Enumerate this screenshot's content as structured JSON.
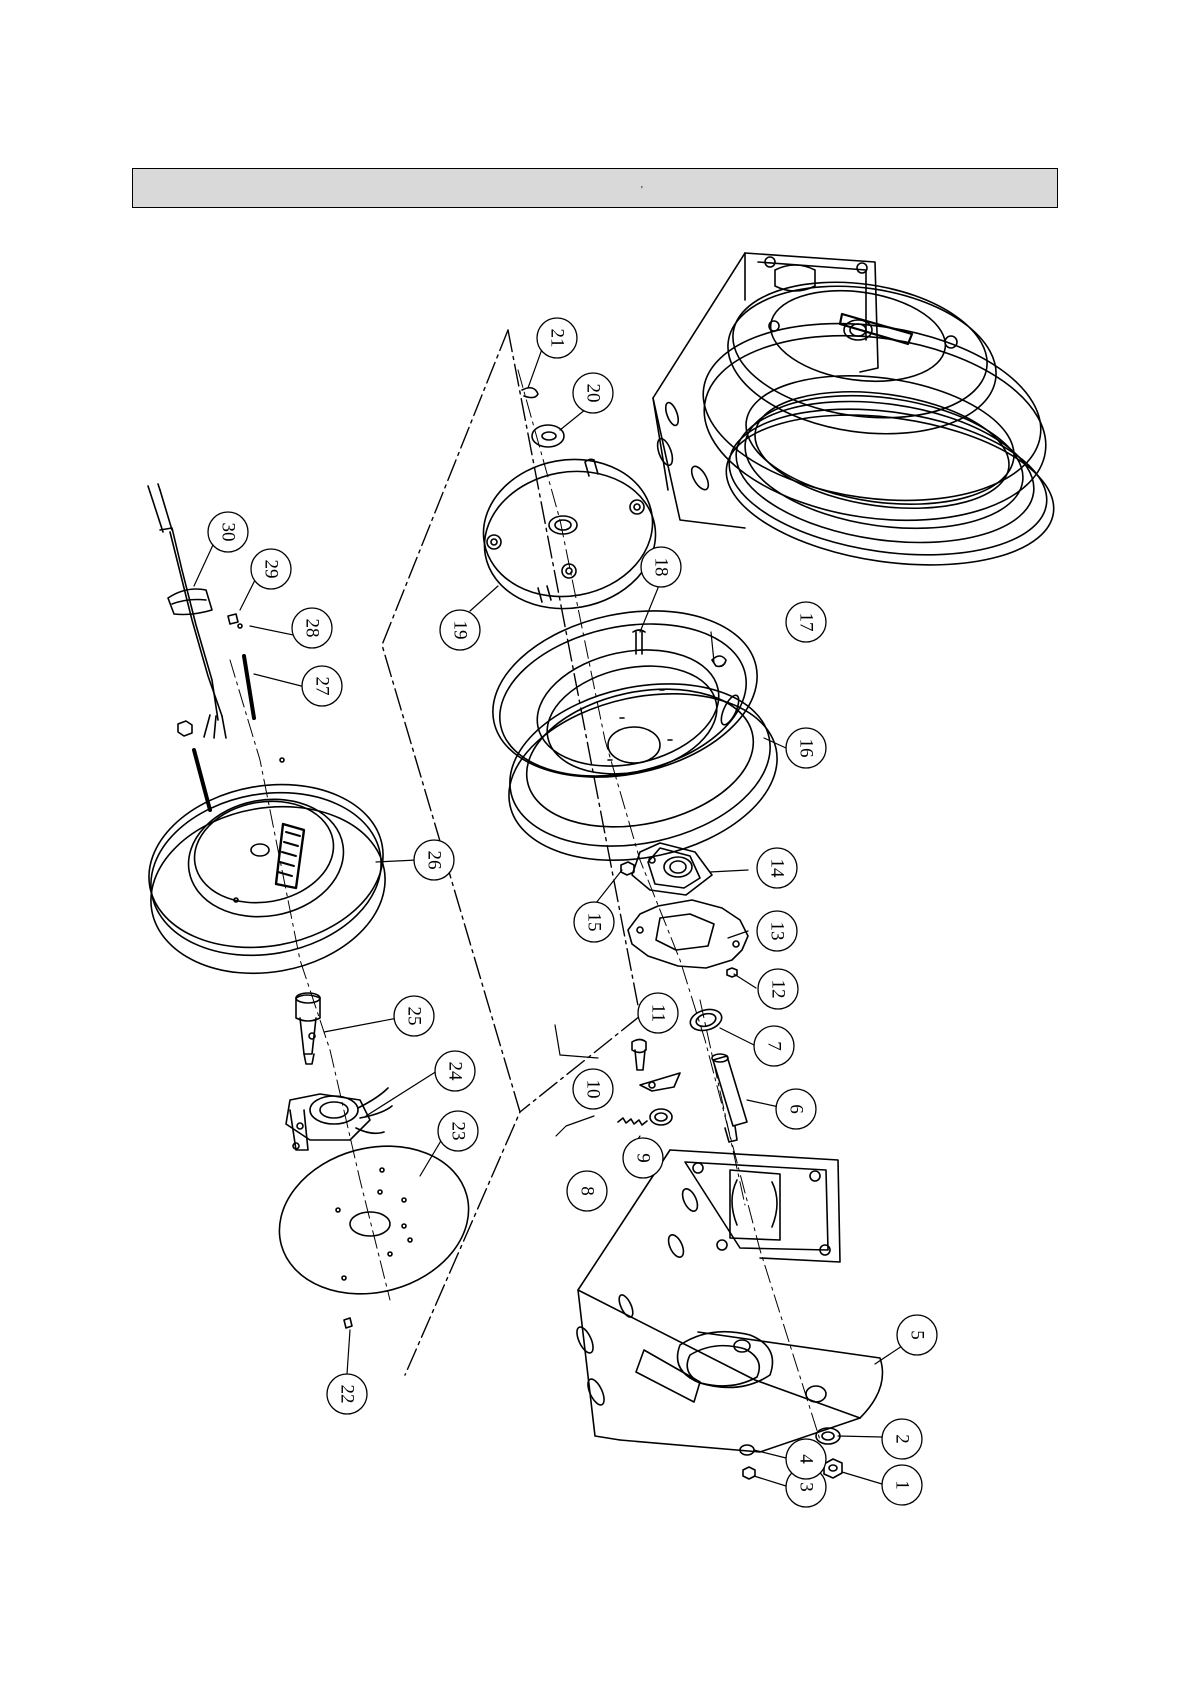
{
  "header": {
    "mark": "'"
  },
  "callouts": [
    {
      "label": "1"
    },
    {
      "label": "2"
    },
    {
      "label": "3"
    },
    {
      "label": "4"
    },
    {
      "label": "5"
    },
    {
      "label": "6"
    },
    {
      "label": "7"
    },
    {
      "label": "8"
    },
    {
      "label": "9"
    },
    {
      "label": "10"
    },
    {
      "label": "11"
    },
    {
      "label": "12"
    },
    {
      "label": "13"
    },
    {
      "label": "14"
    },
    {
      "label": "15"
    },
    {
      "label": "16"
    },
    {
      "label": "17"
    },
    {
      "label": "18"
    },
    {
      "label": "19"
    },
    {
      "label": "20"
    },
    {
      "label": "21"
    },
    {
      "label": "22"
    },
    {
      "label": "23"
    },
    {
      "label": "24"
    },
    {
      "label": "25"
    },
    {
      "label": "26"
    },
    {
      "label": "27"
    },
    {
      "label": "28"
    },
    {
      "label": "29"
    },
    {
      "label": "30"
    }
  ],
  "colors": {
    "line": "#000000",
    "header_fill": "#d9d9d9",
    "paper": "#ffffff"
  }
}
